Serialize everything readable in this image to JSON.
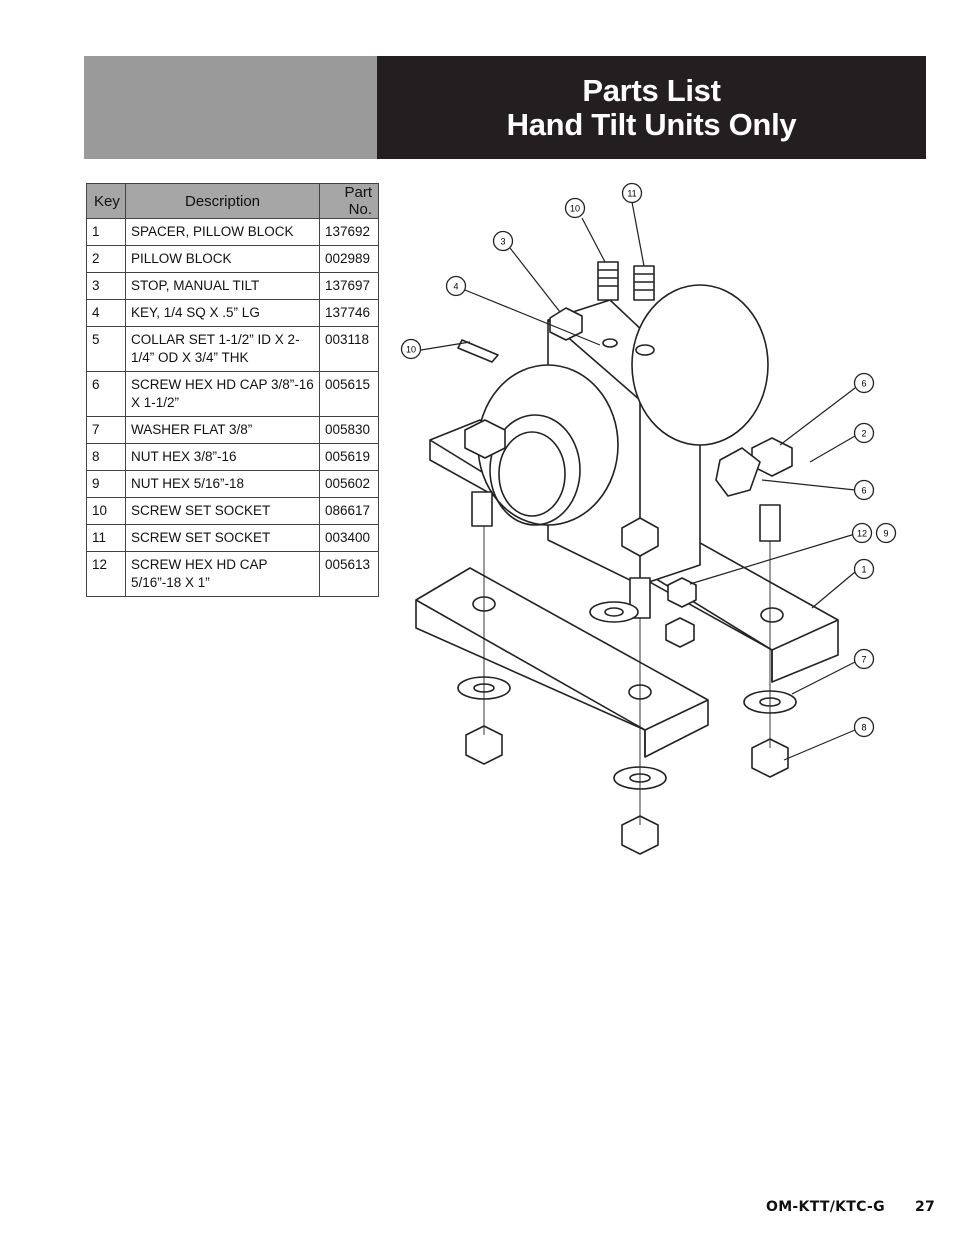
{
  "header": {
    "title_line1": "Parts List",
    "title_line2": "Hand Tilt Units Only"
  },
  "table": {
    "columns": [
      "Key",
      "Description",
      "Part No."
    ],
    "rows": [
      {
        "key": "1",
        "description": "SPACER, PILLOW BLOCK",
        "part_no": "137692"
      },
      {
        "key": "2",
        "description": "PILLOW BLOCK",
        "part_no": "002989"
      },
      {
        "key": "3",
        "description": "STOP, MANUAL TILT",
        "part_no": "137697"
      },
      {
        "key": "4",
        "description": "KEY, 1/4 SQ X .5” LG",
        "part_no": "137746"
      },
      {
        "key": "5",
        "description": "COLLAR SET 1-1/2” ID X 2-1/4” OD X 3/4” THK",
        "part_no": "003118"
      },
      {
        "key": "6",
        "description": "SCREW HEX HD CAP 3/8”-16 X 1-1/2”",
        "part_no": "005615"
      },
      {
        "key": "7",
        "description": "WASHER FLAT 3/8”",
        "part_no": "005830"
      },
      {
        "key": "8",
        "description": "NUT HEX 3/8”-16",
        "part_no": "005619"
      },
      {
        "key": "9",
        "description": "NUT HEX 5/16”-18",
        "part_no": "005602"
      },
      {
        "key": "10",
        "description": "SCREW SET SOCKET",
        "part_no": "086617"
      },
      {
        "key": "11",
        "description": "SCREW SET SOCKET",
        "part_no": "003400"
      },
      {
        "key": "12",
        "description": "SCREW HEX HD CAP 5/16”-18 X 1”",
        "part_no": "005613"
      }
    ]
  },
  "diagram": {
    "callouts": [
      "10",
      "11",
      "3",
      "4",
      "10",
      "6",
      "2",
      "6",
      "12",
      "9",
      "1",
      "7",
      "8"
    ]
  },
  "footer": {
    "doc_code": "OM-KTT/KTC-G",
    "page_number": "27"
  },
  "colors": {
    "header_gray": "#9a9a9a",
    "header_black": "#231f20",
    "table_header": "#a6a6a6"
  }
}
